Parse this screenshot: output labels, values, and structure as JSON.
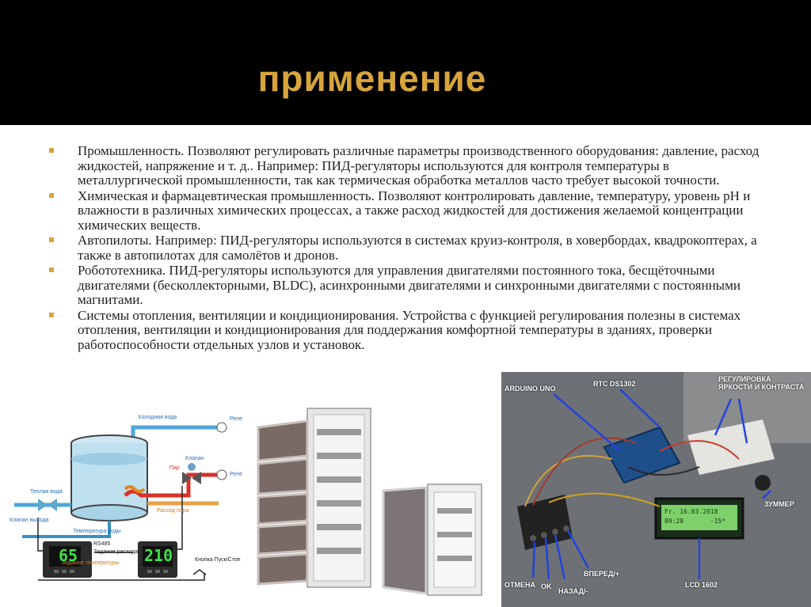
{
  "slide": {
    "title": "применение",
    "accent_color": "#d6a53c",
    "bullets": [
      "Промышленность. Позволяют регулировать различные параметры производственного оборудования: давление, расход жидкостей, напряжение и т. д.. Например: ПИД-регуляторы используются для контроля температуры в металлургической промышленности, так как термическая обработка металлов часто требует высокой точности.",
      "Химическая и фармацевтическая промышленность. Позволяют контролировать давление, температуру, уровень pH и влажности в различных химических процессах, а также расход жидкостей для достижения желаемой концентрации химических веществ.",
      "Автопилоты. Например: ПИД-регуляторы используются в системах круиз-контроля, в ховербордах, квадрокоптерах, а также в автопилотах для самолётов и дронов.",
      "Робототехника. ПИД-регуляторы используются для управления двигателями постоянного тока, бесщёточными двигателями (бесколлекторными, BLDC), асинхронными двигателями и синхронными двигателями с постоянными магнитами.",
      "Системы отопления, вентиляции и кондиционирования. Устройства с функцией регулирования полезны в системах отопления, вентиляции и кондиционирования для поддержания комфортной температуры в зданиях, проверки работоспособности отдельных узлов и установок."
    ]
  },
  "diagram": {
    "cold_water": "Холодная вода",
    "warm_water": "Теплая вода",
    "steam": "Пар",
    "valve": "Клапан",
    "steam_flow": "Расход пара",
    "valve_out": "Клапан выхода",
    "temp": "Температура воды",
    "rs485": "RS485",
    "flow_setpoint": "Задание расхода",
    "temp_setpoint": "Задание температуры",
    "button": "Кнопка Пуск/Стоп",
    "display_left": "65",
    "display_right": "210",
    "relay_top": "Реле",
    "relay_mid": "Реле"
  },
  "arduino": {
    "arduino_uno": "ARDUINO UNO",
    "rtc": "RTC DS1302",
    "brightness": "РЕГУЛИРОВКА ЯРКОСТИ И КОНТРАСТА",
    "buzzer": "ЗУММЕР",
    "forward": "ВПЕРЕД/+",
    "back": "НАЗАД/-",
    "ok": "OK",
    "cancel": "ОТМЕНА",
    "lcd": "LCD 1602",
    "lcd_line1": "Fr. 16.03.2018",
    "lcd_line2": "09:28       -15*"
  }
}
